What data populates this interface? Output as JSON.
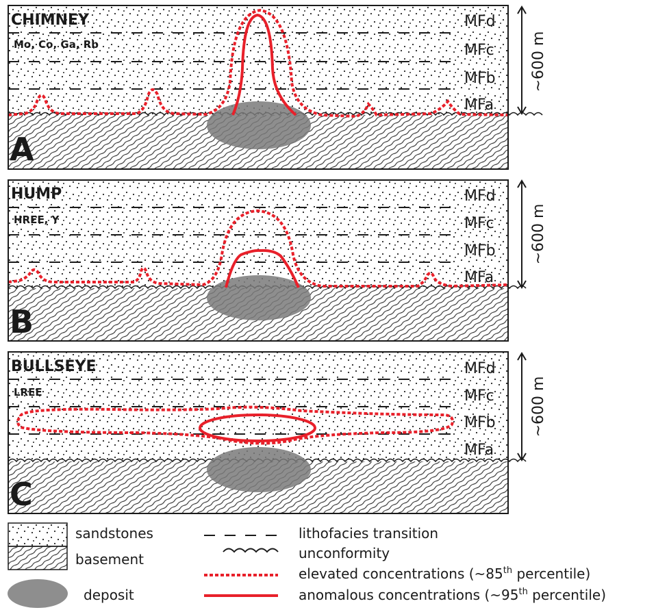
{
  "panels": [
    {
      "title": "CHIMNEY",
      "elements": "Mo, Co, Ga, Rb",
      "letter": "A",
      "formations": [
        "MFd",
        "MFc",
        "MFb",
        "MFa"
      ],
      "thickness": "~600 m"
    },
    {
      "title": "HUMP",
      "elements": "HREE, Y",
      "letter": "B",
      "formations": [
        "MFd",
        "MFc",
        "MFb",
        "MFa"
      ],
      "thickness": "~600 m"
    },
    {
      "title": "BULLSEYE",
      "elements": "LREE",
      "letter": "C",
      "formations": [
        "MFd",
        "MFc",
        "MFb",
        "MFa"
      ],
      "thickness": "~600 m"
    }
  ],
  "legend": {
    "sandstones": "sandstones",
    "basement": "basement",
    "deposit": "deposit",
    "lithofacies": "lithofacies transition",
    "unconformity": "unconformity",
    "elevated_prefix": "elevated concentrations (~85",
    "elevated_sup": "th",
    "elevated_suffix": " percentile)",
    "anomalous_prefix": "anomalous concentrations (~95",
    "anomalous_sup": "th",
    "anomalous_suffix": " percentile)"
  },
  "colors": {
    "red": "#e8202a",
    "deposit": "#7a7a7a",
    "ink": "#1a1a1a"
  }
}
